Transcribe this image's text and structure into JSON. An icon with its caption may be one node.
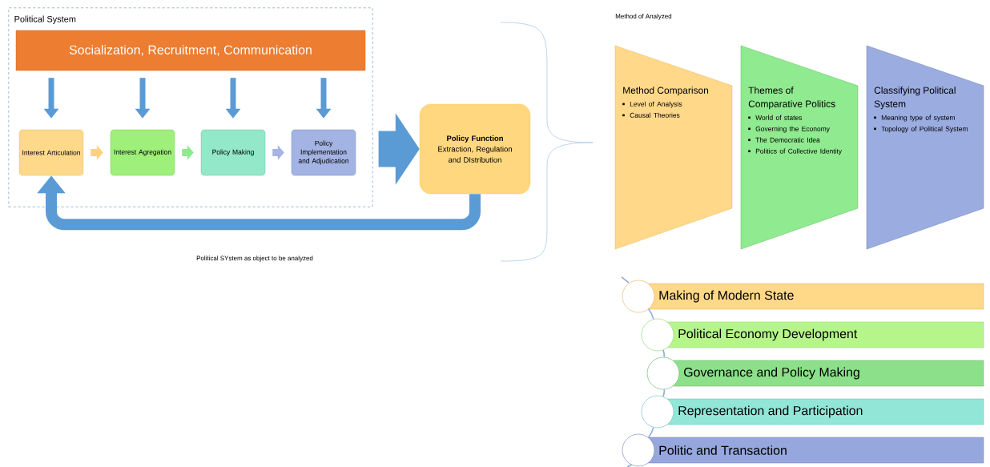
{
  "diagram": {
    "nodes": [
      {
        "text": [
          "Political System"
        ]
      },
      {
        "text": [
          "Socialization, Recruitment, Communication"
        ],
        "in": 0
      },
      {
        "text": [
          "Interest Articulation"
        ],
        "in": 0
      },
      {
        "text": [
          "Interest Agregation"
        ],
        "in": 0
      },
      {
        "text": [
          "Policy Making"
        ],
        "in": 0
      },
      {
        "text": [
          "Policy Implementation and Adjudication"
        ],
        "in": 0
      },
      {
        "text": [
          "Policy Function",
          "Extraction, Regulation and DIstribution"
        ]
      },
      {
        "text": [
          "Method Comparison",
          "Level of Analysis",
          "Causal Theories"
        ]
      },
      {
        "text": [
          "Themes of Comparative Politics",
          "World of states",
          "Governing the Economy",
          "The Democratic Idea",
          "Politics of Collective Identity"
        ]
      },
      {
        "text": [
          "Classifying Political System",
          "Meaning type of system",
          "Topology of Political System"
        ]
      },
      {
        "text": [
          "Making of Modern State"
        ]
      },
      {
        "text": [
          "Political Economy Development"
        ]
      },
      {
        "text": [
          "Governance and Policy Making"
        ]
      },
      {
        "text": [
          "Representation and Participation"
        ]
      },
      {
        "text": [
          "Politic and Transaction"
        ]
      }
    ],
    "edges": [
      {
        "from": 1,
        "to": 2,
        "arrow": "to"
      },
      {
        "from": 1,
        "to": 3,
        "arrow": "to"
      },
      {
        "from": 1,
        "to": 4,
        "arrow": "to"
      },
      {
        "from": 1,
        "to": 5,
        "arrow": "to"
      },
      {
        "from": 2,
        "to": 3,
        "arrow": "to",
        "color": "#ffd280"
      },
      {
        "from": 3,
        "to": 4,
        "arrow": "to",
        "color": "#8eea8e"
      },
      {
        "from": 4,
        "to": 5,
        "arrow": "to",
        "color": "#a6b4e4"
      },
      {
        "from": 0,
        "to": 6,
        "arrow": "to",
        "style": "thick"
      },
      {
        "from": 6,
        "to": 2,
        "arrow": "to",
        "style": "thick"
      },
      {
        "from": 10,
        "to": 11,
        "arrow": "none",
        "color": "#8faadc"
      },
      {
        "from": 11,
        "to": 12,
        "arrow": "none",
        "color": "#8faadc"
      },
      {
        "from": 12,
        "to": 13,
        "arrow": "none",
        "color": "#8faadc"
      },
      {
        "from": 13,
        "to": 14,
        "arrow": "none",
        "color": "#8faadc"
      }
    ],
    "labels": [
      "Political SYstem as object to be analyzed",
      "Method of Analyzed"
    ]
  }
}
